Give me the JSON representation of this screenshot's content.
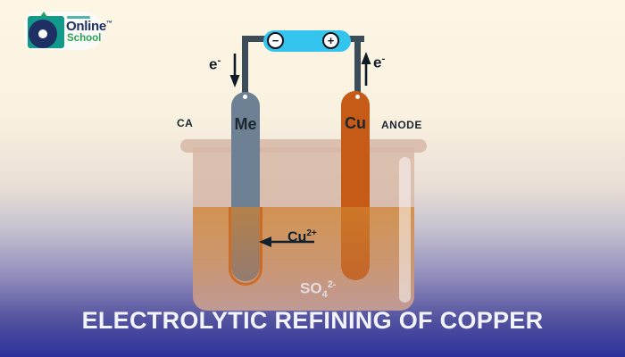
{
  "logo": {
    "brand_top": "Online",
    "brand_trademark": "™",
    "brand_bottom": "School"
  },
  "circuit": {
    "battery_minus": "−",
    "battery_plus": "+",
    "electron_left": {
      "base": "e",
      "sup": "-"
    },
    "electron_right": {
      "base": "e",
      "sup": "-"
    }
  },
  "electrodes": {
    "cathode_material": "Me",
    "anode_material": "Cu",
    "cathode_side_label": "CA",
    "anode_side_label": "ANODE"
  },
  "solution": {
    "copper_ion": {
      "base": "Cu",
      "sup": "2+"
    },
    "sulfate_ion": {
      "base": "SO",
      "sub": "4",
      "sup": "2-"
    }
  },
  "title": "ELECTROLYTIC REFINING OF COPPER",
  "colors": {
    "background_top": "#fdf6e4",
    "background_bottom": "#2c319b",
    "battery": "#35c4ed",
    "wire": "#3c4d59",
    "cathode_electrode": "#6e8094",
    "anode_electrode": "#c65a17",
    "copper_deposit_outline": "#cc681e",
    "beaker_glass": "#d9bdac",
    "solution_top": "#d0985f",
    "title_text": "#f2f3fb",
    "logo_navy": "#1d2f63",
    "logo_green": "#2da05a",
    "logo_teal": "#12998a"
  }
}
